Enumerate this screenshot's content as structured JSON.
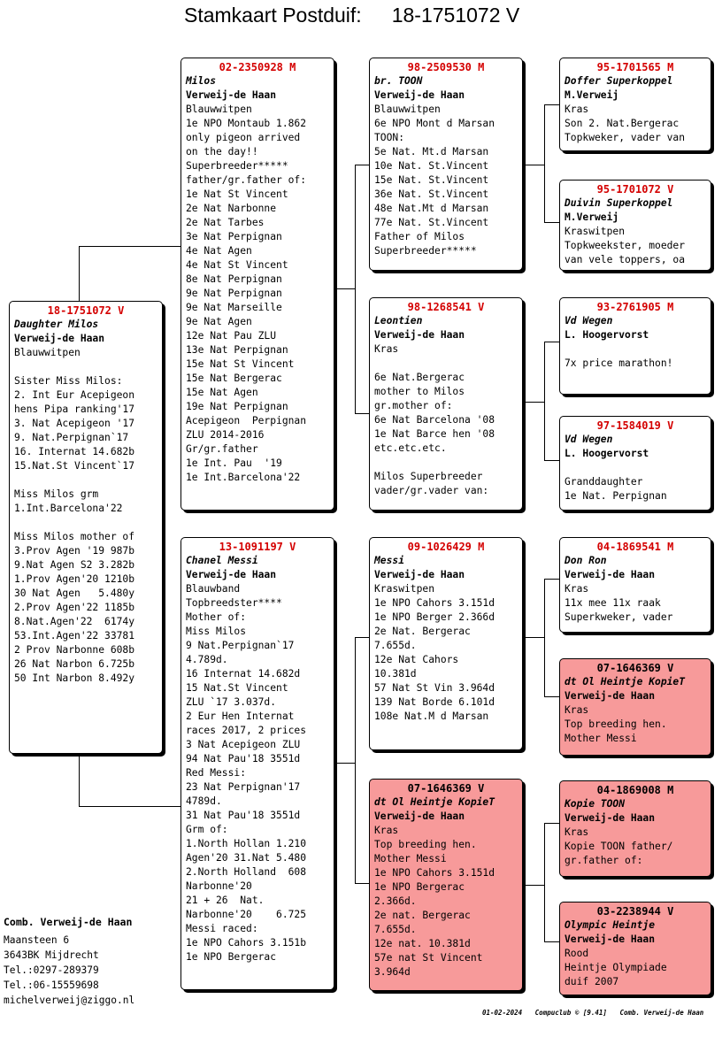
{
  "header": {
    "label": "Stamkaart Postduif:",
    "ring": "18-1751072 V"
  },
  "subject": {
    "ring": "18-1751072 V",
    "name": "Daughter Milos",
    "owner": "Verweij-de Haan",
    "color": "Blauwwitpen",
    "lines": "\nSister Miss Milos:\n2. Int Eur Acepigeon\nhens Pipa ranking'17\n3. Nat Acepigeon '17\n9. Nat.Perpignan`17\n16. Internat 14.682b\n15.Nat.St Vincent`17\n\nMiss Milos grm\n1.Int.Barcelona'22\n\nMiss Milos mother of\n3.Prov Agen '19 987b\n9.Nat Agen S2 3.282b\n1.Prov Agen'20 1210b\n30 Nat Agen   5.480y\n2.Prov Agen'22 1185b\n8.Nat.Agen'22  6174y\n53.Int.Agen'22 33781\n2 Prov Narbonne 608b\n26 Nat Narbon 6.725b\n50 Int Narbon 8.492y"
  },
  "sire": {
    "ring": "02-2350928 M",
    "name": "Milos",
    "owner": "Verweij-de Haan",
    "color": "Blauwwitpen",
    "lines": "1e NPO Montaub 1.862\nonly pigeon arrived\non the day!!\nSuperbreeder*****\nfather/gr.father of:\n1e Nat St Vincent\n2e Nat Narbonne\n2e Nat Tarbes\n3e Nat Perpignan\n4e Nat Agen\n4e Nat St Vincent\n8e Nat Perpignan\n9e Nat Perpignan\n9e Nat Marseille\n9e Nat Agen\n12e Nat Pau ZLU\n13e Nat Perpignan\n15e Nat St Vincent\n15e Nat Bergerac\n15e Nat Agen\n19e Nat Perpignan\nAcepigeon  Perpignan\nZLU 2014-2016\nGr/gr.father\n1e Int. Pau  '19\n1e Int.Barcelona'22"
  },
  "dam": {
    "ring": "13-1091197 V",
    "name": "Chanel Messi",
    "owner": "Verweij-de Haan",
    "color": "Blauwband",
    "lines": "Topbreedster****\nMother of:\nMiss Milos\n9 Nat.Perpignan`17\n4.789d.\n16 Internat 14.682d\n15 Nat.St Vincent\nZLU `17 3.037d.\n2 Eur Hen Internat\nraces 2017, 2 prices\n3 Nat Acepigeon ZLU\n94 Nat Pau'18 3551d\nRed Messi:\n23 Nat Perpignan'17\n4789d.\n31 Nat Pau'18 3551d\nGrm of:\n1.North Hollan 1.210\nAgen'20 31.Nat 5.480\n2.North Holland  608\nNarbonne'20\n21 + 26  Nat.\nNarbonne'20    6.725\nMessi raced:\n1e NPO Cahors 3.151b\n1e NPO Bergerac"
  },
  "sire_sire": {
    "ring": "98-2509530 M",
    "name": "br. TOON",
    "owner": "Verweij-de Haan",
    "color": "Blauwwitpen",
    "lines": "6e NPO Mont d Marsan\nTOON:\n5e Nat. Mt.d Marsan\n10e Nat. St.Vincent\n15e Nat. St.Vincent\n36e Nat. St.Vincent\n48e Nat.Mt d Marsan\n77e Nat. St.Vincent\nFather of Milos\nSuperbreeder*****"
  },
  "sire_dam": {
    "ring": "98-1268541 V",
    "name": "Leontien",
    "owner": "Verweij-de Haan",
    "color": "Kras",
    "lines": "\n6e Nat.Bergerac\nmother to Milos\ngr.mother of:\n6e Nat Barcelona '08\n1e Nat Barce hen '08\netc.etc.etc.\n\nMilos Superbreeder\nvader/gr.vader van:"
  },
  "dam_sire": {
    "ring": "09-1026429 M",
    "name": "Messi",
    "owner": "Verweij-de Haan",
    "color": "Kraswitpen",
    "lines": "1e NPO Cahors 3.151d\n1e NPO Berger 2.366d\n2e Nat. Bergerac\n7.655d.\n12e Nat Cahors\n10.381d\n57 Nat St Vin 3.964d\n139 Nat Borde 6.101d\n108e Nat.M d Marsan"
  },
  "dam_dam": {
    "ring": "07-1646369 V",
    "name": "dt Ol Heintje KopieT",
    "owner": "Verweij-de Haan",
    "color": "Kras",
    "lines": "Top breeding hen.\nMother Messi\n1e NPO Cahors 3.151d\n1e NPO Bergerac\n2.366d.\n2e nat. Bergerac\n7.655d.\n12e nat. 10.381d\n57e nat St Vincent\n3.964d"
  },
  "ggp_1": {
    "ring": "95-1701565 M",
    "name": "Doffer Superkoppel",
    "owner": "M.Verweij",
    "color": "Kras",
    "lines": "Son 2. Nat.Bergerac\nTopkweker, vader van"
  },
  "ggp_2": {
    "ring": "95-1701072 V",
    "name": "Duivin Superkoppel",
    "owner": "M.Verweij",
    "color": "Kraswitpen",
    "lines": "Topkweekster, moeder\nvan vele toppers, oa"
  },
  "ggp_3": {
    "ring": "93-2761905 M",
    "name": "Vd Wegen",
    "owner": "L. Hoogervorst",
    "color": "",
    "lines": "7x price marathon!"
  },
  "ggp_4": {
    "ring": "97-1584019 V",
    "name": "Vd Wegen",
    "owner": "L. Hoogervorst",
    "color": "",
    "lines": "Granddaughter\n1e Nat. Perpignan"
  },
  "ggp_5": {
    "ring": "04-1869541 M",
    "name": "Don Ron",
    "owner": "Verweij-de Haan",
    "color": "Kras",
    "lines": "11x mee 11x raak\nSuperkweker, vader"
  },
  "ggp_6": {
    "ring": "07-1646369 V",
    "name": "dt Ol Heintje KopieT",
    "owner": "Verweij-de Haan",
    "color": "Kras",
    "lines": "Top breeding hen.\nMother Messi"
  },
  "ggp_7": {
    "ring": "04-1869008 M",
    "name": "Kopie TOON",
    "owner": "Verweij-de Haan",
    "color": "Kras",
    "lines": "Kopie TOON father/\ngr.father of:"
  },
  "ggp_8": {
    "ring": "03-2238944 V",
    "name": "Olympic Heintje",
    "owner": "Verweij-de Haan",
    "color": "Rood",
    "lines": "Heintje Olympiade\nduif 2007"
  },
  "breeder": {
    "name": "Comb. Verweij-de Haan",
    "street": "Maansteen 6",
    "city": "3643BK  Mijdrecht",
    "tel1": "Tel.:0297-289379",
    "tel2": "Tel.:06-15559698",
    "email": "michelverweij@ziggo.nl"
  },
  "footer": {
    "date": "01-02-2024",
    "software": "Compuclub © [9.41]",
    "owner": "Comb. Verweij-de Haan"
  },
  "colors": {
    "ring_text": "#d40000",
    "highlight_card": "#f79a9a"
  }
}
